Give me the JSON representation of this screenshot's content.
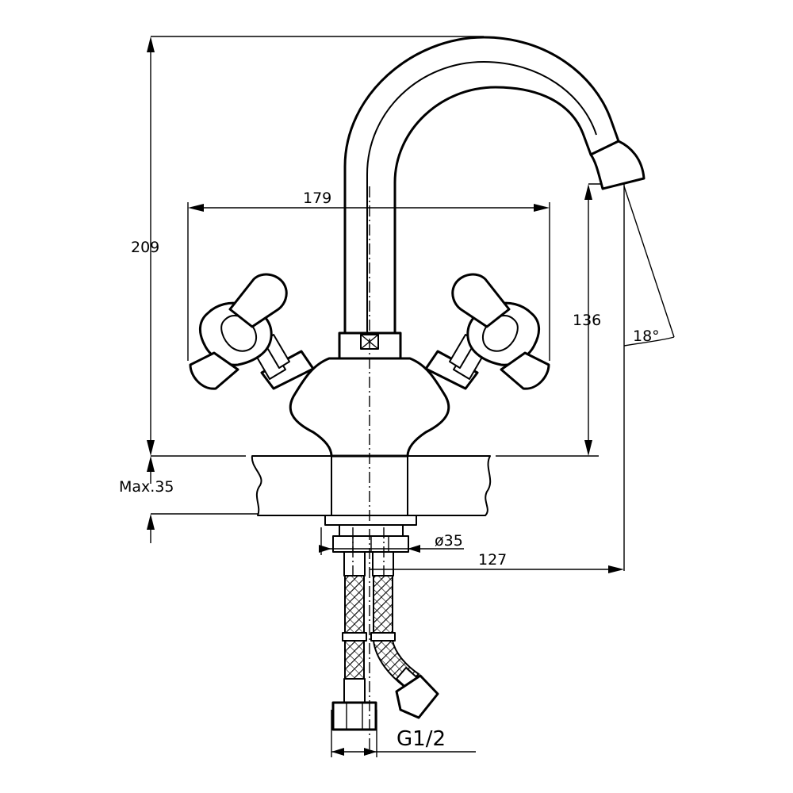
{
  "dimensions": {
    "total_height": "209",
    "handle_span": "179",
    "spout_height": "136",
    "spout_angle": "18°",
    "max_counter_thickness": "Max.35",
    "hole_diameter": "ø35",
    "spout_reach": "127",
    "connection_thread": "G1/2"
  }
}
